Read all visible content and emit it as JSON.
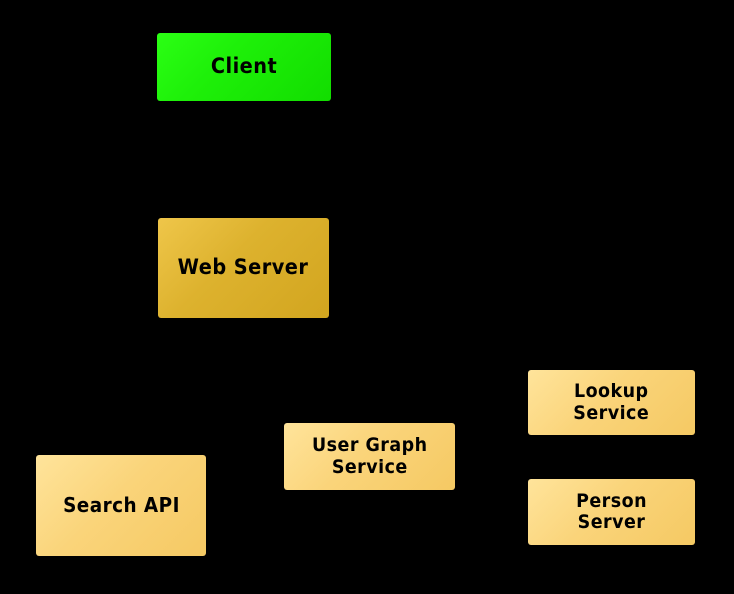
{
  "diagram": {
    "background_color": "#000000",
    "text_color": "#000000",
    "nodes": [
      {
        "id": "client",
        "label": "Client",
        "fill_color": "#1EF009",
        "shape": "rectangle",
        "lines": 1
      },
      {
        "id": "web-server",
        "label": "Web Server",
        "fill_color": "#DDB22E",
        "shape": "rectangle",
        "lines": 1
      },
      {
        "id": "lookup-service",
        "label": "Lookup\nService",
        "fill_color": "#FAD47A",
        "shape": "rectangle",
        "lines": 2
      },
      {
        "id": "user-graph-service",
        "label": "User Graph\nService",
        "fill_color": "#FAD47A",
        "shape": "rectangle",
        "lines": 2
      },
      {
        "id": "search-api",
        "label": "Search API",
        "fill_color": "#FAD47A",
        "shape": "rectangle",
        "lines": 1
      },
      {
        "id": "person-server",
        "label": "Person\nServer",
        "fill_color": "#FAD47A",
        "shape": "rectangle",
        "lines": 2
      }
    ]
  }
}
